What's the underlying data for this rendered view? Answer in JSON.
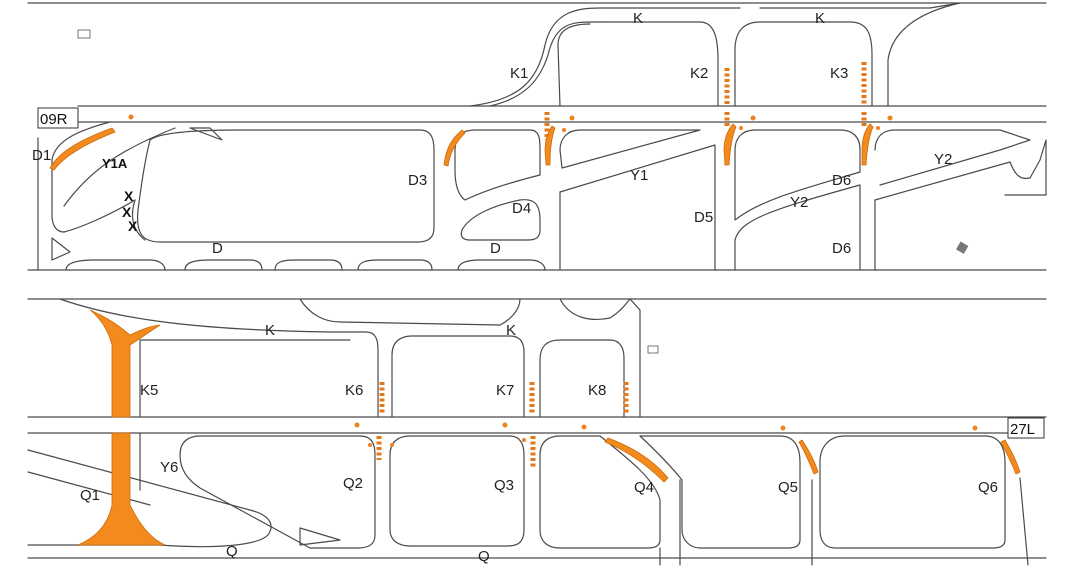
{
  "colors": {
    "highlight": "#f28a1e",
    "line": "#4a4a4a",
    "background": "#ffffff"
  },
  "runway_labels": {
    "west": "09R",
    "east": "27L"
  },
  "top_panel": {
    "taxiway_labels": {
      "k_left": "K",
      "k_right": "K",
      "k1": "K1",
      "k2": "K2",
      "k3": "K3",
      "d1": "D1",
      "y1a": "Y1A",
      "d3": "D3",
      "d4": "D4",
      "y1": "Y1",
      "d5": "D5",
      "d6_upper": "D6",
      "d6_lower": "D6",
      "y2_upper": "Y2",
      "y2_lower": "Y2",
      "d_left": "D",
      "d_right": "D"
    },
    "closure_marks": [
      "X",
      "X",
      "X"
    ]
  },
  "bottom_panel": {
    "taxiway_labels": {
      "k_left": "K",
      "k_right": "K",
      "k5": "K5",
      "k6": "K6",
      "k7": "K7",
      "k8": "K8",
      "y6": "Y6",
      "q1": "Q1",
      "q2": "Q2",
      "q3": "Q3",
      "q4": "Q4",
      "q5": "Q5",
      "q6": "Q6",
      "q_left": "Q",
      "q_right": "Q"
    }
  },
  "icons": [
    "building-icon",
    "structure-icon"
  ]
}
